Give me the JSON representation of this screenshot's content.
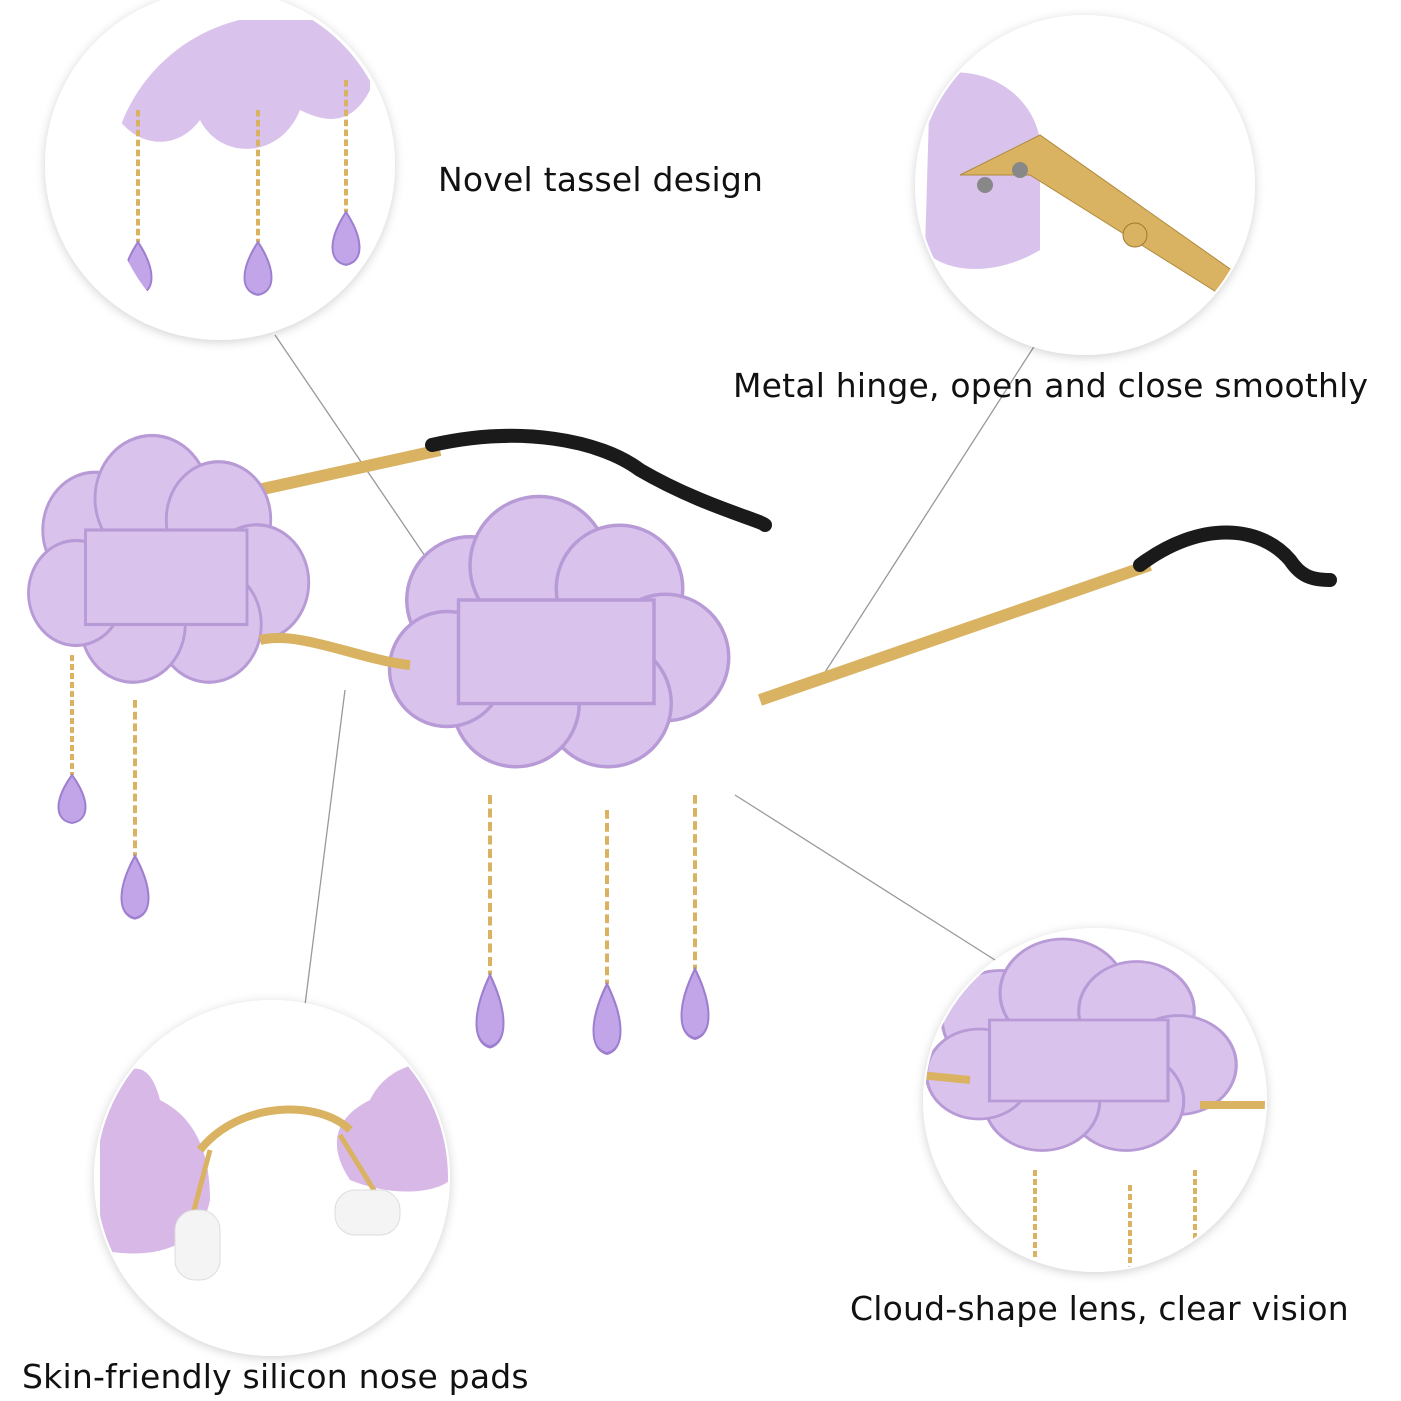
{
  "callouts": {
    "tassel": "Novel tassel design",
    "hinge": "Metal hinge, open and close smoothly",
    "lens": "Cloud-shape lens, clear vision",
    "nose_pads": "Skin-friendly silicon nose pads"
  },
  "colors": {
    "lens": "#d9c3ec",
    "lens_edge": "#b79ad6",
    "gold": "#d9b262",
    "tip": "#1a1a1a",
    "gem": "#c2a5e8"
  }
}
